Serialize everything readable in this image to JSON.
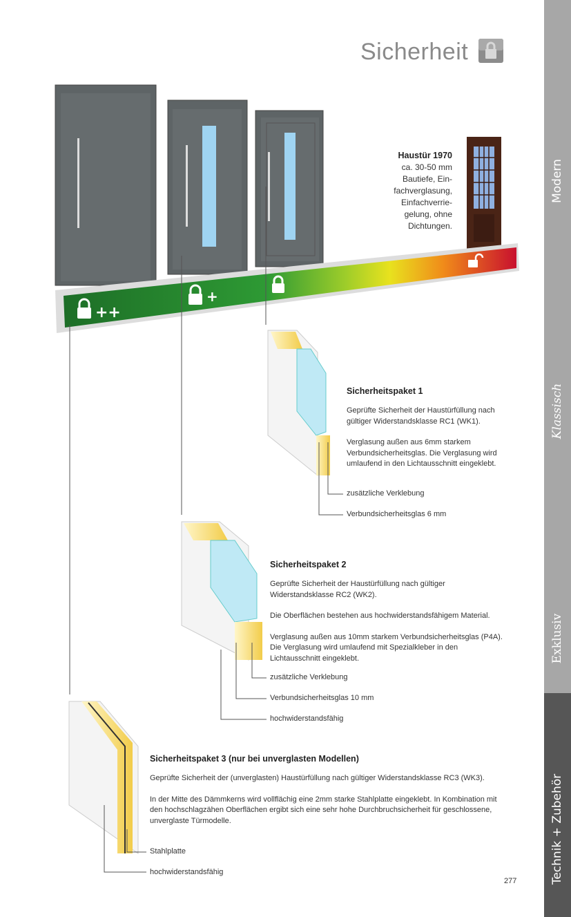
{
  "header": {
    "title": "Sicherheit",
    "icon": "lock-icon"
  },
  "sidebar": {
    "items": [
      {
        "label": "Modern"
      },
      {
        "label": "Klassisch"
      },
      {
        "label": "Exklusiv"
      },
      {
        "label": "Technik + Zubehör"
      }
    ]
  },
  "scale": {
    "labels": [
      "++",
      "+"
    ],
    "colors": {
      "green": "#1f7a2a",
      "yellow": "#e6e020",
      "red": "#c8102e"
    }
  },
  "old_door": {
    "title": "Haustür 1970",
    "lines": [
      "ca. 30-50 mm",
      "Bautiefe, Ein-",
      "fachverglasung,",
      "Einfachverrie-",
      "gelung, ohne",
      "Dichtungen."
    ]
  },
  "paket1": {
    "title": "Sicherheitspaket 1",
    "paragraphs": [
      "Geprüfte Sicherheit der Haustürfüllung nach gültiger Widerstandsklasse RC1 (WK1).",
      "Verglasung außen aus 6mm starkem Verbundsicherheitsglas. Die Verglasung wird umlaufend in den Lichtausschnitt eingeklebt."
    ],
    "labels": [
      "zusätzliche Verklebung",
      "Verbundsicherheitsglas 6 mm"
    ]
  },
  "paket2": {
    "title": "Sicherheitspaket 2",
    "paragraphs": [
      "Geprüfte Sicherheit der Haustürfüllung nach gültiger Widerstandsklasse RC2 (WK2).",
      "Die Oberflächen bestehen aus hochwiderstandsfähigem Material.",
      "Verglasung außen aus 10mm starkem Verbundsicherheitsglas (P4A). Die Verglasung wird umlaufend mit Spezialkleber in den Lichtausschnitt eingeklebt."
    ],
    "labels": [
      "zusätzliche Verklebung",
      "Verbundsicherheitsglas 10 mm",
      "hochwiderstandsfähig"
    ]
  },
  "paket3": {
    "title": "Sicherheitspaket 3 (nur bei unverglasten Modellen)",
    "paragraphs": [
      "Geprüfte Sicherheit der (unverglasten) Haustürfüllung nach gültiger Widerstandsklasse RC3 (WK3).",
      "In der Mitte des Dämmkerns wird vollflächig eine 2mm starke Stahlplatte eingeklebt. In Kombination mit den hochschlagzähen Oberflächen ergibt sich eine sehr hohe Durchbruchsicherheit für geschlossene, unverglaste Türmodelle."
    ],
    "labels": [
      "Stahlplatte",
      "hochwiderstandsfähig"
    ]
  },
  "footer": {
    "page_number": "277"
  }
}
